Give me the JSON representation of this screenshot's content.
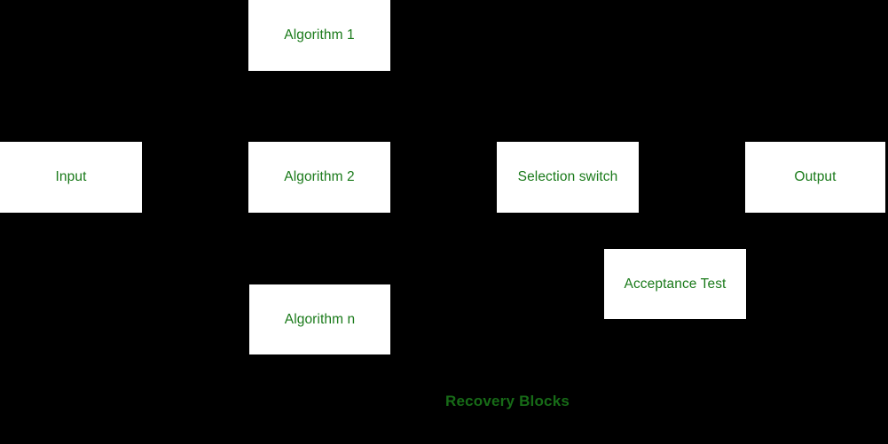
{
  "diagram": {
    "title": "Recovery Blocks",
    "background_color": "#000000",
    "node_fill_color": "#ffffff",
    "node_text_color": "#1a7a1a",
    "caption_color": "#176b17",
    "nodes": [
      {
        "id": "algorithm-1",
        "label": "Algorithm 1"
      },
      {
        "id": "input",
        "label": "Input"
      },
      {
        "id": "algorithm-2",
        "label": "Algorithm 2"
      },
      {
        "id": "selection-switch",
        "label": "Selection switch"
      },
      {
        "id": "output",
        "label": "Output"
      },
      {
        "id": "acceptance-test",
        "label": "Acceptance Test"
      },
      {
        "id": "algorithm-n",
        "label": "Algorithm n"
      }
    ]
  }
}
